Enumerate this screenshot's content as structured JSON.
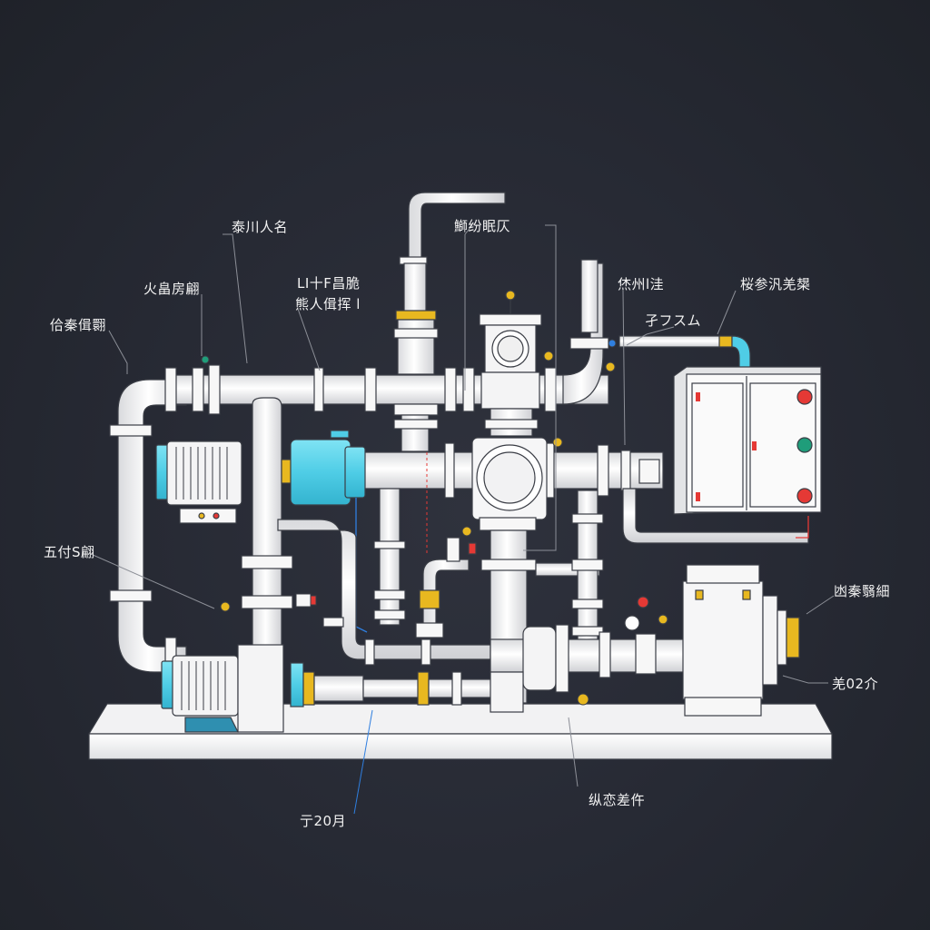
{
  "diagram": {
    "labels": {
      "top_left_a": "泰川人名",
      "top_left_b": "火畠房翩",
      "left_upper": "佮秦偮翾",
      "center_upper_a": "LI十F昌脆",
      "center_upper_b": "熊人偮挥 l",
      "top_center": "鰤纷眠仄",
      "top_right_a": "烋州l洼",
      "top_right_b": "孑フスム",
      "top_right_c": "桜参汎羌槼",
      "left_lower": "五付S翩",
      "right_a": "凼秦翳細",
      "right_b": "羌02介",
      "bottom_center": "纵恋差仵",
      "bottom_left": "亍20月"
    },
    "colors": {
      "background": "#262933",
      "pipe": "#f4f4f4",
      "outline": "#3a3d45",
      "pump_blue": "#56d3ea",
      "brass": "#e8b820",
      "leader_line": "#8c8f97",
      "signal_blue": "#2f7fe0",
      "red_indicator": "#e53935",
      "green_indicator": "#1f9d7a"
    },
    "icons": [
      "motor-icon",
      "pump-icon",
      "gate-valve-icon",
      "gauge-icon",
      "control-panel-icon"
    ]
  }
}
